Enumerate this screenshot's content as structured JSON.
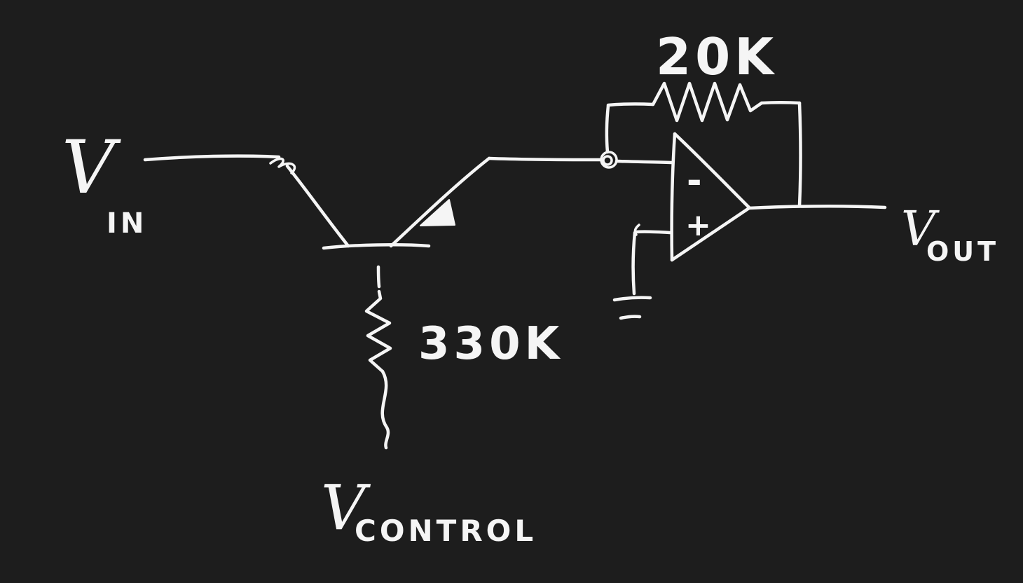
{
  "canvas": {
    "background": "#1d1d1d",
    "stroke_color": "#f5f5f5"
  },
  "labels": {
    "vin": {
      "main": "V",
      "sub": "IN"
    },
    "vout": {
      "main": "V",
      "sub": "OUT"
    },
    "vcontrol": {
      "main": "V",
      "sub": "CONTROL"
    },
    "resistor_control": "330K",
    "resistor_feedback": "20K",
    "opamp": {
      "inverting": "-",
      "noninverting": "+"
    }
  }
}
